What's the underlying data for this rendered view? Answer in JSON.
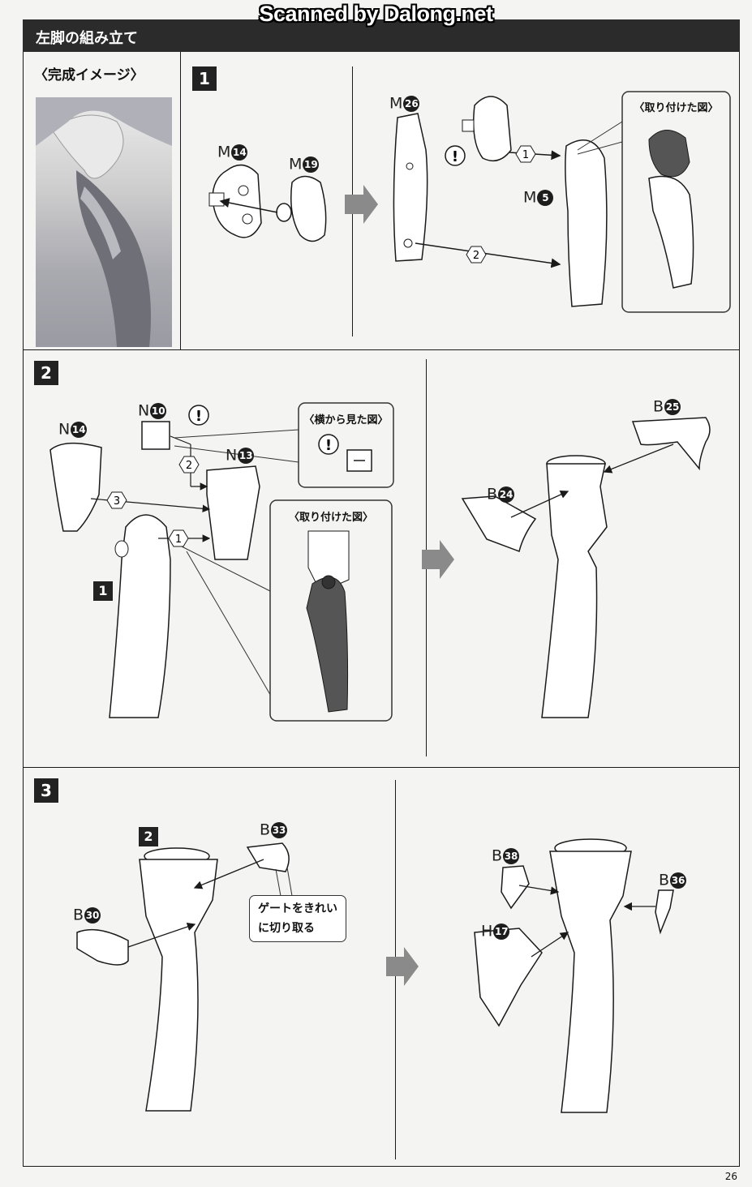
{
  "watermark": "Scanned by Dalong.net",
  "header": {
    "title": "左脚の組み立て"
  },
  "image_panel": {
    "title": "〈完成イメージ〉"
  },
  "steps": [
    "1",
    "2",
    "3"
  ],
  "ref_steps": [
    "1",
    "2"
  ],
  "parts": {
    "s1_m14": {
      "letter": "M",
      "num": "14"
    },
    "s1_m19": {
      "letter": "M",
      "num": "19"
    },
    "s1_m26": {
      "letter": "M",
      "num": "26"
    },
    "s1_m5": {
      "letter": "M",
      "num": "5"
    },
    "s2_n14": {
      "letter": "N",
      "num": "14"
    },
    "s2_n10": {
      "letter": "N",
      "num": "10"
    },
    "s2_n13": {
      "letter": "N",
      "num": "13"
    },
    "s2_b25": {
      "letter": "B",
      "num": "25"
    },
    "s2_b24": {
      "letter": "B",
      "num": "24"
    },
    "s3_b33": {
      "letter": "B",
      "num": "33"
    },
    "s3_b30": {
      "letter": "B",
      "num": "30"
    },
    "s3_b38": {
      "letter": "B",
      "num": "38"
    },
    "s3_b36": {
      "letter": "B",
      "num": "36"
    },
    "s3_h17": {
      "letter": "H",
      "num": "17"
    }
  },
  "order_marks": {
    "one": "1",
    "two": "2",
    "three": "3"
  },
  "warning_mark": "!",
  "insets": {
    "attached_view": "〈取り付けた図〉",
    "side_view": "〈横から見た図〉"
  },
  "notes": {
    "gate": [
      "ゲートをきれい",
      "に切り取る"
    ]
  },
  "page_number": "26",
  "colors": {
    "header_bg": "#2b2b2b",
    "ink": "#1a1a1a",
    "shade": "#555555",
    "arrow": "#8a8a8a"
  }
}
